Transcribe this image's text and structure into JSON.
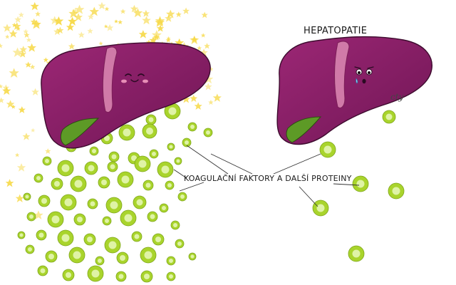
{
  "labels": {
    "title": "HEPATOPATIE",
    "center": "KOAGULAČNÍ FAKTORY A DALŠÍ PROTEINY",
    "signature": "cty"
  },
  "colors": {
    "liver": "#8e1f6a",
    "liver_dark": "#5e1046",
    "ligament": "#d07aa8",
    "gallbladder": "#5d9a26",
    "protein_outer": "#a9d42c",
    "protein_inner": "#dff3a6",
    "star": "#f7d945",
    "line": "#333333"
  },
  "icons": {
    "healthy_face": "smiling-face",
    "sick_face": "worried-face"
  }
}
